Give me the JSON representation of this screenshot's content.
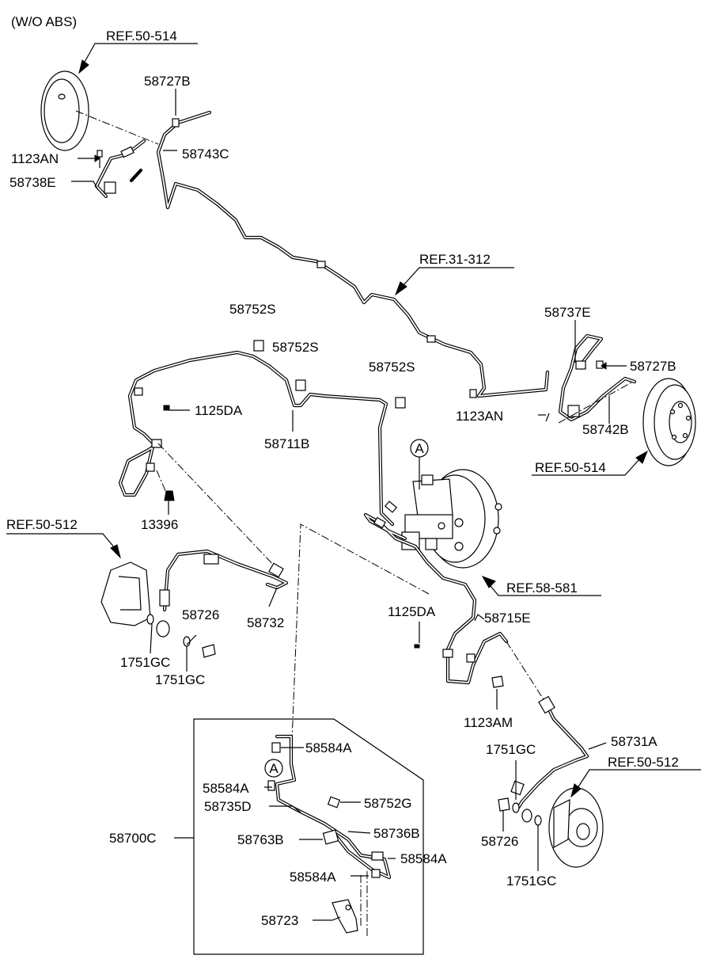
{
  "variant_note": "(W/O ABS)",
  "callout_letter": "A",
  "labels": {
    "ref_50_514_top": "REF.50-514",
    "p58727B_top": "58727B",
    "p1123AN_left": "1123AN",
    "p58743C": "58743C",
    "p58738E": "58738E",
    "ref_31_312": "REF.31-312",
    "p58737E": "58737E",
    "p58727B_right": "58727B",
    "p1123AN_right": "1123AN",
    "p58742B": "58742B",
    "ref_50_514_right": "REF.50-514",
    "p58752S_1": "58752S",
    "p58752S_2": "58752S",
    "p58752S_3": "58752S",
    "p1125DA_left": "1125DA",
    "p58711B": "58711B",
    "p13396": "13396",
    "ref_50_512_left": "REF.50-512",
    "p58726_left": "58726",
    "p58732": "58732",
    "p1751GC_a": "1751GC",
    "p1751GC_b": "1751GC",
    "ref_58_581": "REF.58-581",
    "p1125DA_right": "1125DA",
    "p58715E": "58715E",
    "p1123AM": "1123AM",
    "p58731A": "58731A",
    "p1751GC_c": "1751GC",
    "ref_50_512_right": "REF.50-512",
    "p58726_right": "58726",
    "p1751GC_d": "1751GC",
    "p58584A_1": "58584A",
    "p58584A_2": "58584A",
    "p58735D": "58735D",
    "p58752G": "58752G",
    "p58700C": "58700C",
    "p58763B": "58763B",
    "p58736B": "58736B",
    "p58584A_3": "58584A",
    "p58584A_4": "58584A",
    "p58723": "58723"
  }
}
